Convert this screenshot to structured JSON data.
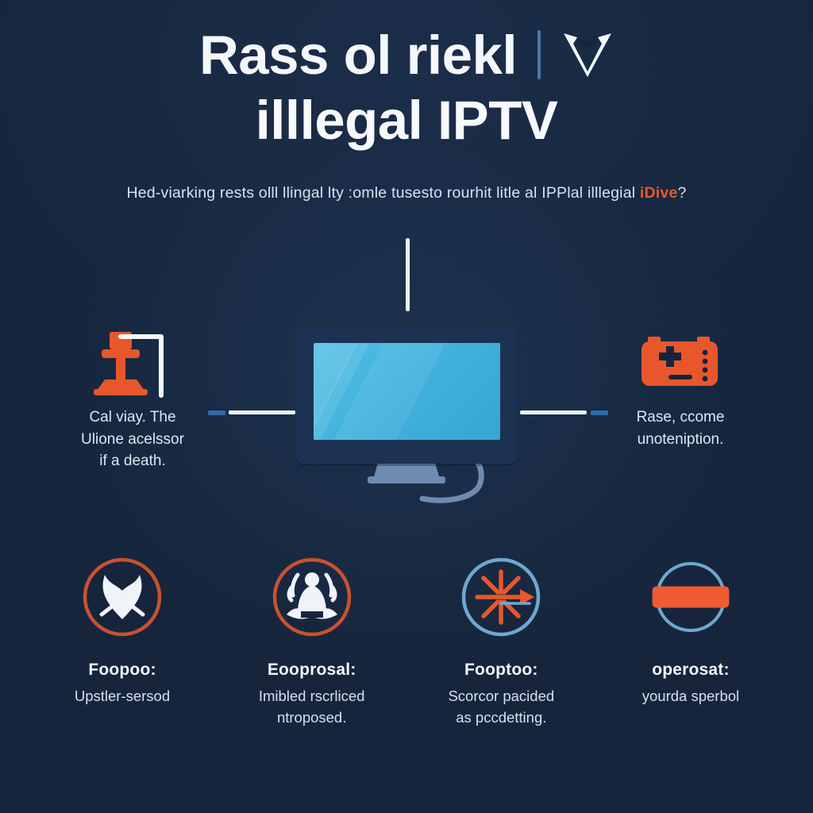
{
  "theme": {
    "background": "#16253c",
    "accent_orange": "#e8572c",
    "accent_blue": "#4fbde3",
    "text_primary": "#f4f7fb",
    "text_secondary": "#d6e2f0",
    "ring_orange": "#c9512f",
    "ring_blue": "#6fa8cd"
  },
  "header": {
    "title_line_1": "Rass ol riekl",
    "title_line_2": "illlegal IPTV",
    "brand_logo_icon": "v-chevron-logo-icon",
    "divider_icon": "vertical-divider-icon",
    "subtitle_part_1": "Hed-viarking rests olll llingal lty :omle tusesto rourhit litle al IPPlal illlegial ",
    "subtitle_accent": "iDive",
    "subtitle_question_mark": "?"
  },
  "center": {
    "device_icon": "monitor-screen-icon",
    "stand_icon": "monitor-stand-icon",
    "cable_icon": "power-cable-icon",
    "vertical_connector_icon": "vertical-connector-line-icon",
    "left_connector_icon": "left-connector-line-icon",
    "right_connector_icon": "right-connector-line-icon"
  },
  "side_features": [
    {
      "position": "left",
      "icon": "satellite-antenna-icon",
      "caption_lines": [
        "Cal viay. The",
        "Ulione acelssor",
        "if a death."
      ]
    },
    {
      "position": "right",
      "icon": "set-top-box-controller-icon",
      "caption_lines": [
        "Rase, ccome",
        "unoteniption."
      ]
    }
  ],
  "bottom_features": [
    {
      "icon": "horned-heart-malware-icon",
      "ring_color": "#c9512f",
      "title": "Foopoo:",
      "desc_lines": [
        "Upstler-sersod"
      ]
    },
    {
      "icon": "spider-bug-icon",
      "ring_color": "#c9512f",
      "title": "Eooprosal:",
      "desc_lines": [
        "Imibled rscrliced",
        "ntroposed."
      ]
    },
    {
      "icon": "converging-arrows-icon",
      "ring_color": "#6fa8cd",
      "title": "Fooptoo:",
      "desc_lines": [
        "Scorcor pacided",
        "as pccdetting."
      ]
    },
    {
      "icon": "orange-bar-block-icon",
      "ring_color": "#6fa8cd",
      "title": "operosat:",
      "desc_lines": [
        "yourda sperbol"
      ]
    }
  ]
}
